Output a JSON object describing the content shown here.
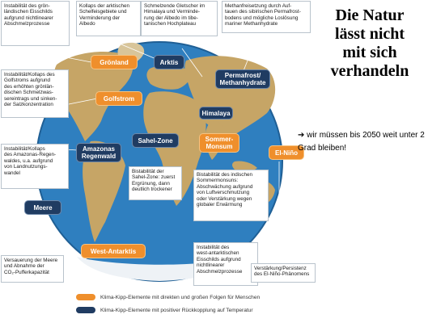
{
  "headline": "Die Natur\nlässt nicht\nmit sich\nverhandeln",
  "note": {
    "arrow": "➔",
    "text": " wir müssen bis 2050 weit unter 2 Grad bleiben!"
  },
  "colors": {
    "ocean": "#2f7fbf",
    "land": "#c6a566",
    "orange": "#ef8f2c",
    "blue": "#203c62"
  },
  "descriptions": [
    "Instabilität des grön-\nländischen Eisschilds\naufgrund nichtlinearer\nAbschmelzprozesse",
    "Kollaps der arktischen\nSchelfeisgebiete und\nVerminderung der\nAlbedo",
    "Schmelzende Gletscher im\nHimalaya und Verminde-\nrung der Albedo im tibe-\ntanischen Hochplateau",
    "Methanfreisetzung durch Auf-\ntauen des sibirischen Permafrost-\nbodens und mögliche Loslösung\nmariner Methanhydrate",
    "Instabilität/Kollaps des\nGolfstroms aufgrund\ndes erhöhten grönlän-\ndischen Schmelzwas-\nsereintrags und sinken-\nder Salzkonzentration",
    "Instabilität/Kollaps\ndes Amazonas-Regen-\nwaldes, u.a. aufgrund\nvon Landnutzungs-\nwandel",
    "Bistabilität der\nSahel-Zone: zuerst\nErgrünung, dann\ndeutlich trockener",
    "Bistabilität des indischen\nSommermonsuns:\nAbschwächung aufgrund\nvon Luftverschmutzung\noder Verstärkung wegen\nglobaler Erwärmung",
    "Instabilität des\nwest-antarktischen\nEisschilds aufgrund\nnichtlinearer\nAbschmelzprozesse",
    "Versauerung der Meere\nund Abnahme der\nCO₂-Pufferkapazität",
    "Verstärkung/Persistenz\ndes El-Niño-Phänomens"
  ],
  "elements": [
    {
      "label": "Grönland",
      "kind": "orange"
    },
    {
      "label": "Arktis",
      "kind": "blue"
    },
    {
      "label": "Golfstrom",
      "kind": "orange"
    },
    {
      "label": "Permafrost/\nMethanhydrate",
      "kind": "blue"
    },
    {
      "label": "Himalaya",
      "kind": "blue"
    },
    {
      "label": "Sahel-Zone",
      "kind": "blue"
    },
    {
      "label": "Sommer-\nMonsum",
      "kind": "orange"
    },
    {
      "label": "Amazonas\nRegenwald",
      "kind": "blue"
    },
    {
      "label": "El-Niño",
      "kind": "orange"
    },
    {
      "label": "Meere",
      "kind": "blue"
    },
    {
      "label": "West-Antarktis",
      "kind": "orange"
    }
  ],
  "legend": [
    {
      "label": "Klima-Kipp-Elemente mit direkten und großen Folgen für Menschen",
      "kind": "orange"
    },
    {
      "label": "Klima-Kipp-Elemente mit positiver Rückkopplung auf Temperatur",
      "kind": "blue"
    }
  ]
}
